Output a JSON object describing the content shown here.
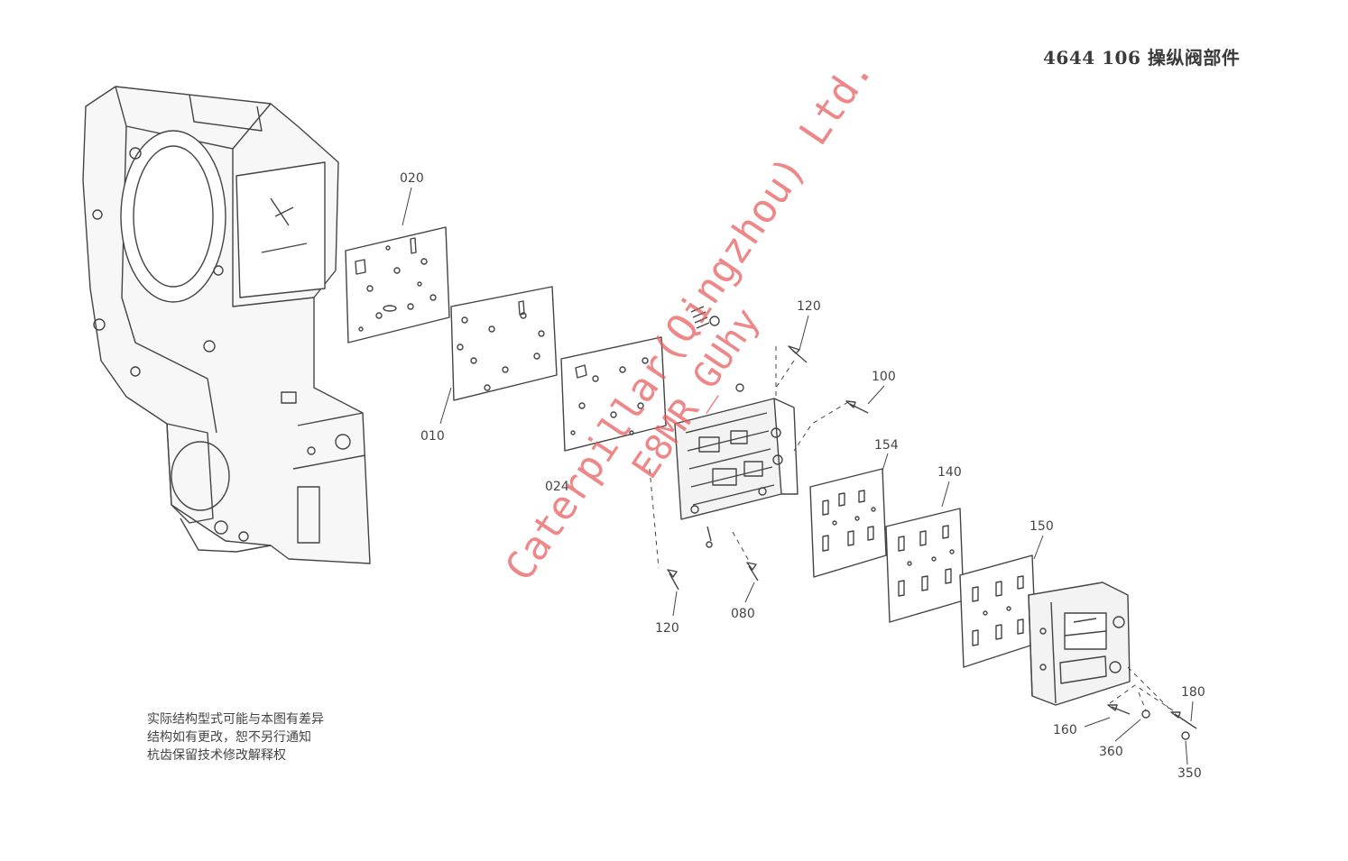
{
  "title": "4644 106 操纵阀部件",
  "notes": [
    "实际结构型式可能与本图有差异",
    "结构如有更改，恕不另行通知",
    "杭齿保留技术修改解释权"
  ],
  "watermark": {
    "line1": "Caterpillar(Qingzhou) Ltd.",
    "line2": "E8MR_GUhy"
  },
  "callouts": {
    "c020": "020",
    "c010": "010",
    "c024": "024",
    "c120a": "120",
    "c100": "100",
    "c154": "154",
    "c140": "140",
    "c150": "150",
    "c120b": "120",
    "c080": "080",
    "c180": "180",
    "c160": "160",
    "c360": "360",
    "c350": "350"
  }
}
